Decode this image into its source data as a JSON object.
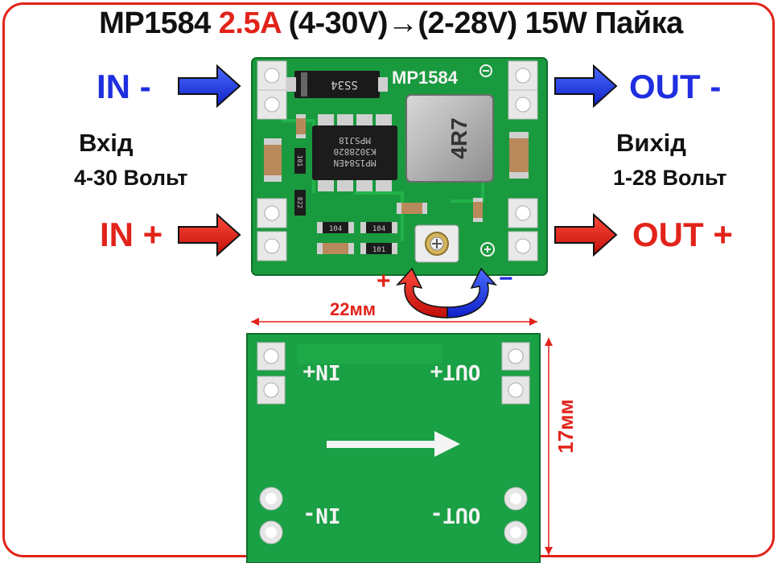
{
  "title": {
    "part1": "MP1584 ",
    "current": "2.5A",
    "part2": " (4-30V)→(2-28V) 15W Пайка"
  },
  "labels": {
    "in_minus": "IN -",
    "in_plus": "IN +",
    "out_minus": "OUT -",
    "out_plus": "OUT +",
    "input_word": "Вхід",
    "input_range": "4-30 Вольт",
    "output_word": "Вихід",
    "output_range": "1-28 Вольт",
    "pot_plus": "+",
    "pot_minus": "−"
  },
  "dimensions": {
    "width": "22мм",
    "height": "17мм"
  },
  "board_top": {
    "brand": "MP1584",
    "diode": "SS34",
    "inductor": "4R7",
    "chip_line1": "MP1584EN",
    "chip_line2": "K3028820",
    "chip_line3": "MPSJ18",
    "resistor_1": "101",
    "resistor_2": "104",
    "resistor_3": "104",
    "resistor_4": "822",
    "resistor_5": "101"
  },
  "board_bottom": {
    "in_plus": "IN+",
    "in_minus": "IN-",
    "out_plus": "OUT+",
    "out_minus": "OUT-"
  },
  "colors": {
    "pcb": "#1a9a3e",
    "accent_red": "#e2231a",
    "accent_blue": "#1f2ee0"
  }
}
